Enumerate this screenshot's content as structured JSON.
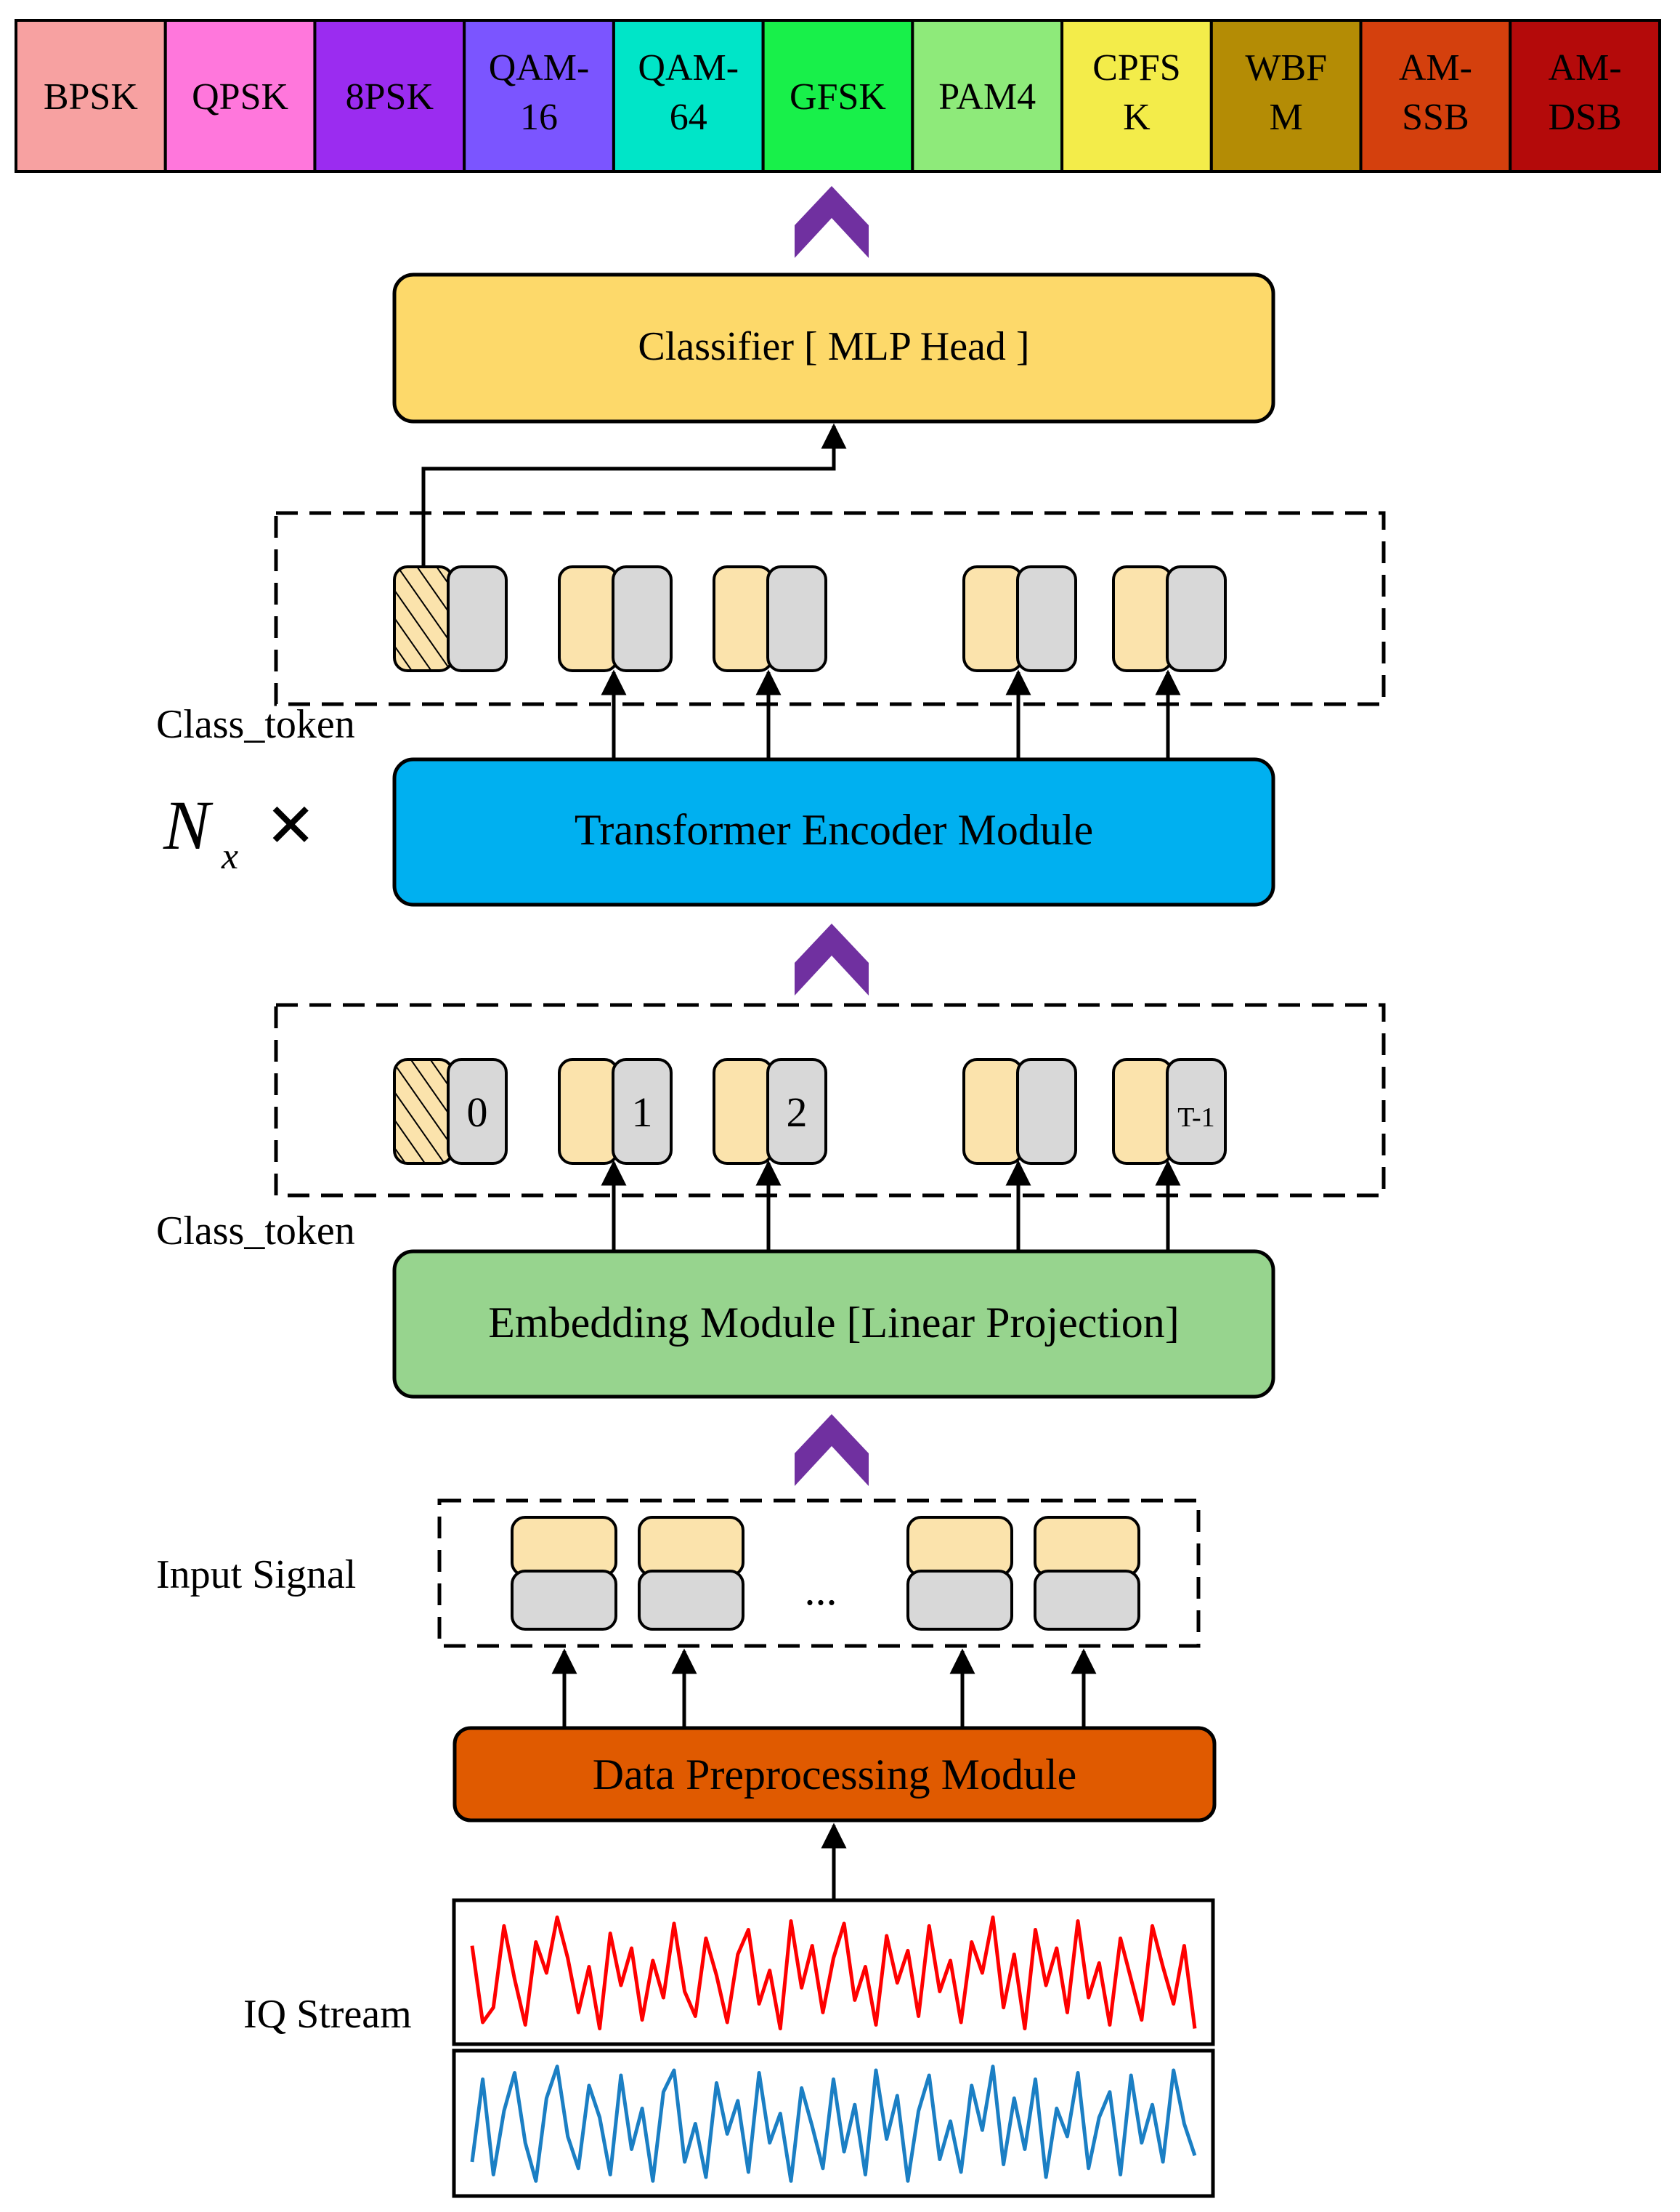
{
  "classes": [
    {
      "label": "BPSK",
      "color": "#F7A1A1"
    },
    {
      "label": "QPSK",
      "color": "#FF77DC"
    },
    {
      "label": "8PSK",
      "color": "#9B2CF0"
    },
    {
      "label": "QAM-\n16",
      "color": "#7B55FF"
    },
    {
      "label": "QAM-\n64",
      "color": "#00E5C8"
    },
    {
      "label": "GFSK",
      "color": "#18F04A"
    },
    {
      "label": "PAM4",
      "color": "#8EEA7A"
    },
    {
      "label": "CPFS\nK",
      "color": "#F3EC4A"
    },
    {
      "label": "WBF\nM",
      "color": "#B48C05"
    },
    {
      "label": "AM-\nSSB",
      "color": "#D4400D"
    },
    {
      "label": "AM-\nDSB",
      "color": "#B40A0A"
    }
  ],
  "classifier": {
    "label": "Classifier [ MLP Head ]",
    "color": "#FDD96A"
  },
  "encoder": {
    "label": "Transformer Encoder Module",
    "color": "#00B0F0"
  },
  "embedding": {
    "label": "Embedding Module [Linear Projection]",
    "color": "#97D48E"
  },
  "preprocessing": {
    "label": "Data Preprocessing Module",
    "color": "#E05A00"
  },
  "class_token_label_top": "Class_token",
  "class_token_label_bottom": "Class_token",
  "repeat_symbol": "N",
  "repeat_subscript": "x",
  "repeat_times": "✕",
  "input_signal_label": "Input Signal",
  "ellipsis": "...",
  "iq_stream_label": "IQ Stream",
  "position_indices": [
    "0",
    "1",
    "2",
    "",
    "T-1"
  ],
  "colors": {
    "token_patch": "#FBE3AC",
    "token_pos": "#D8D8D8",
    "chevron": "#7030A0",
    "i_wave": "#FF0000",
    "q_wave": "#1B7FC4"
  },
  "waves": {
    "i_samples": [
      0.72,
      0.1,
      0.22,
      0.88,
      0.45,
      0.08,
      0.75,
      0.5,
      0.95,
      0.62,
      0.18,
      0.55,
      0.05,
      0.82,
      0.4,
      0.7,
      0.12,
      0.6,
      0.3,
      0.9,
      0.35,
      0.15,
      0.78,
      0.48,
      0.1,
      0.65,
      0.85,
      0.25,
      0.52,
      0.05,
      0.92,
      0.38,
      0.72,
      0.18,
      0.62,
      0.9,
      0.28,
      0.55,
      0.08,
      0.8,
      0.42,
      0.68,
      0.15,
      0.88,
      0.35,
      0.6,
      0.1,
      0.75,
      0.5,
      0.95,
      0.22,
      0.65,
      0.05,
      0.85,
      0.4,
      0.7,
      0.18,
      0.92,
      0.3,
      0.58,
      0.08,
      0.78,
      0.45,
      0.12,
      0.88,
      0.55,
      0.25,
      0.72,
      0.05
    ],
    "q_samples": [
      0.2,
      0.85,
      0.1,
      0.6,
      0.9,
      0.35,
      0.05,
      0.7,
      0.95,
      0.4,
      0.15,
      0.8,
      0.55,
      0.1,
      0.88,
      0.3,
      0.62,
      0.05,
      0.75,
      0.92,
      0.2,
      0.5,
      0.08,
      0.82,
      0.42,
      0.68,
      0.12,
      0.9,
      0.35,
      0.58,
      0.05,
      0.78,
      0.48,
      0.15,
      0.85,
      0.28,
      0.65,
      0.1,
      0.92,
      0.38,
      0.72,
      0.05,
      0.6,
      0.88,
      0.22,
      0.52,
      0.12,
      0.8,
      0.45,
      0.95,
      0.18,
      0.7,
      0.3,
      0.85,
      0.08,
      0.62,
      0.4,
      0.9,
      0.15,
      0.55,
      0.75,
      0.1,
      0.88,
      0.35,
      0.65,
      0.2,
      0.92,
      0.5,
      0.25
    ]
  }
}
